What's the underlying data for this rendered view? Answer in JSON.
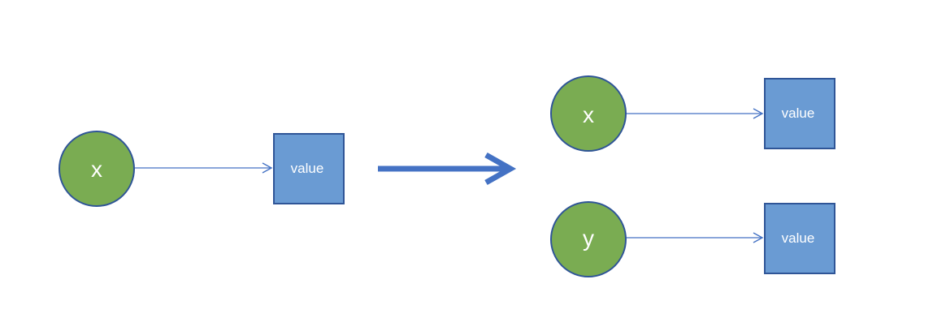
{
  "colors": {
    "node_fill": "#7AAC52",
    "node_stroke": "#2F5597",
    "box_fill": "#6A9BD3",
    "box_stroke": "#2F5597",
    "connector": "#4472C4",
    "transform_arrow": "#4472C4",
    "label_text": "#FFFFFF"
  },
  "before": {
    "key": "x",
    "value": "value"
  },
  "after": {
    "entries": [
      {
        "key": "x",
        "value": "value"
      },
      {
        "key": "y",
        "value": "value"
      }
    ]
  }
}
